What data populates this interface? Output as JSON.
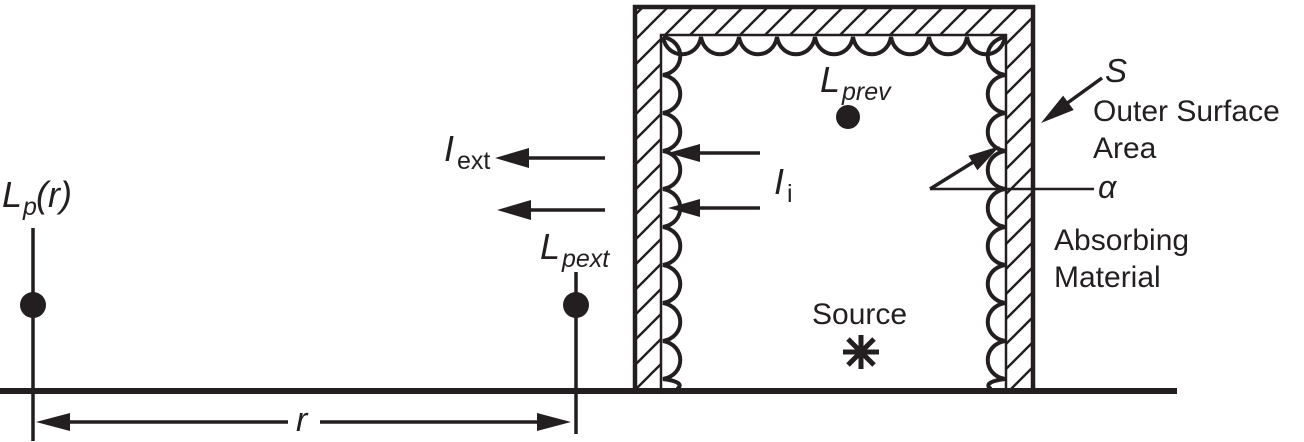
{
  "figure": {
    "type": "acoustic-enclosure-diagram",
    "colors": {
      "ink": "#231f20",
      "background": "#ffffff"
    }
  },
  "labels": {
    "lp_r": {
      "main": "L",
      "sub": "p",
      "suffix": "(r)"
    },
    "r_dimension": "r",
    "lpext": {
      "main": "L",
      "sub": "pext"
    },
    "iext": {
      "main": "I",
      "sub": "ext"
    },
    "ii": {
      "main": "I",
      "sub": "i"
    },
    "lprev": {
      "main": "L",
      "sub": "prev"
    },
    "source": "Source",
    "s_marker": "S",
    "outer_surface": {
      "line1": "Outer Surface",
      "line2": "Area"
    },
    "alpha": "α",
    "absorbing": {
      "line1": "Absorbing",
      "line2": "Material"
    }
  }
}
